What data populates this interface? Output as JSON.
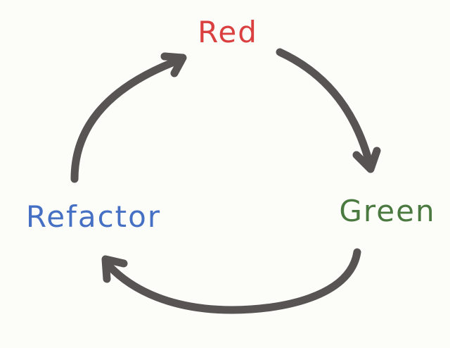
{
  "diagram": {
    "background": "#fcfcf9",
    "arrow_color": "#585453",
    "stages": [
      {
        "label": "Red",
        "color": "#d9403f"
      },
      {
        "label": "Green",
        "color": "#4a7a40"
      },
      {
        "label": "Refactor",
        "color": "#4670c4"
      }
    ]
  }
}
